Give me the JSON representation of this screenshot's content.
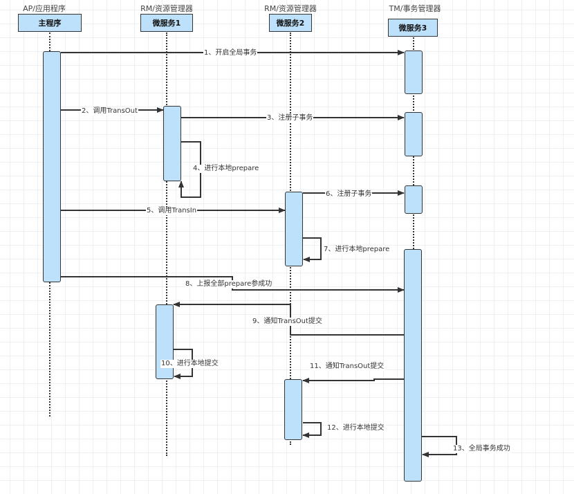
{
  "participants": [
    {
      "role": "AP/应用程序",
      "name": "主程序"
    },
    {
      "role": "RM/资源管理器",
      "name": "微服务1"
    },
    {
      "role": "RM/资源管理器",
      "name": "微服务2"
    },
    {
      "role": "TM/事务管理器",
      "name": "微服务3"
    }
  ],
  "messages": [
    {
      "label": "1、开启全局事务"
    },
    {
      "label": "2、调用TransOut"
    },
    {
      "label": "3、注册子事务"
    },
    {
      "label": "4、进行本地prepare"
    },
    {
      "label": "5、调用TransIn"
    },
    {
      "label": "6、注册子事务"
    },
    {
      "label": "7、进行本地prepare"
    },
    {
      "label": "8、上报全部prepare参成功"
    },
    {
      "label": "9、通知TransOut提交"
    },
    {
      "label": "10、进行本地提交"
    },
    {
      "label": "11、通知TransOut提交"
    },
    {
      "label": "12、进行本地提交"
    },
    {
      "label": "13、全局事务成功"
    }
  ]
}
